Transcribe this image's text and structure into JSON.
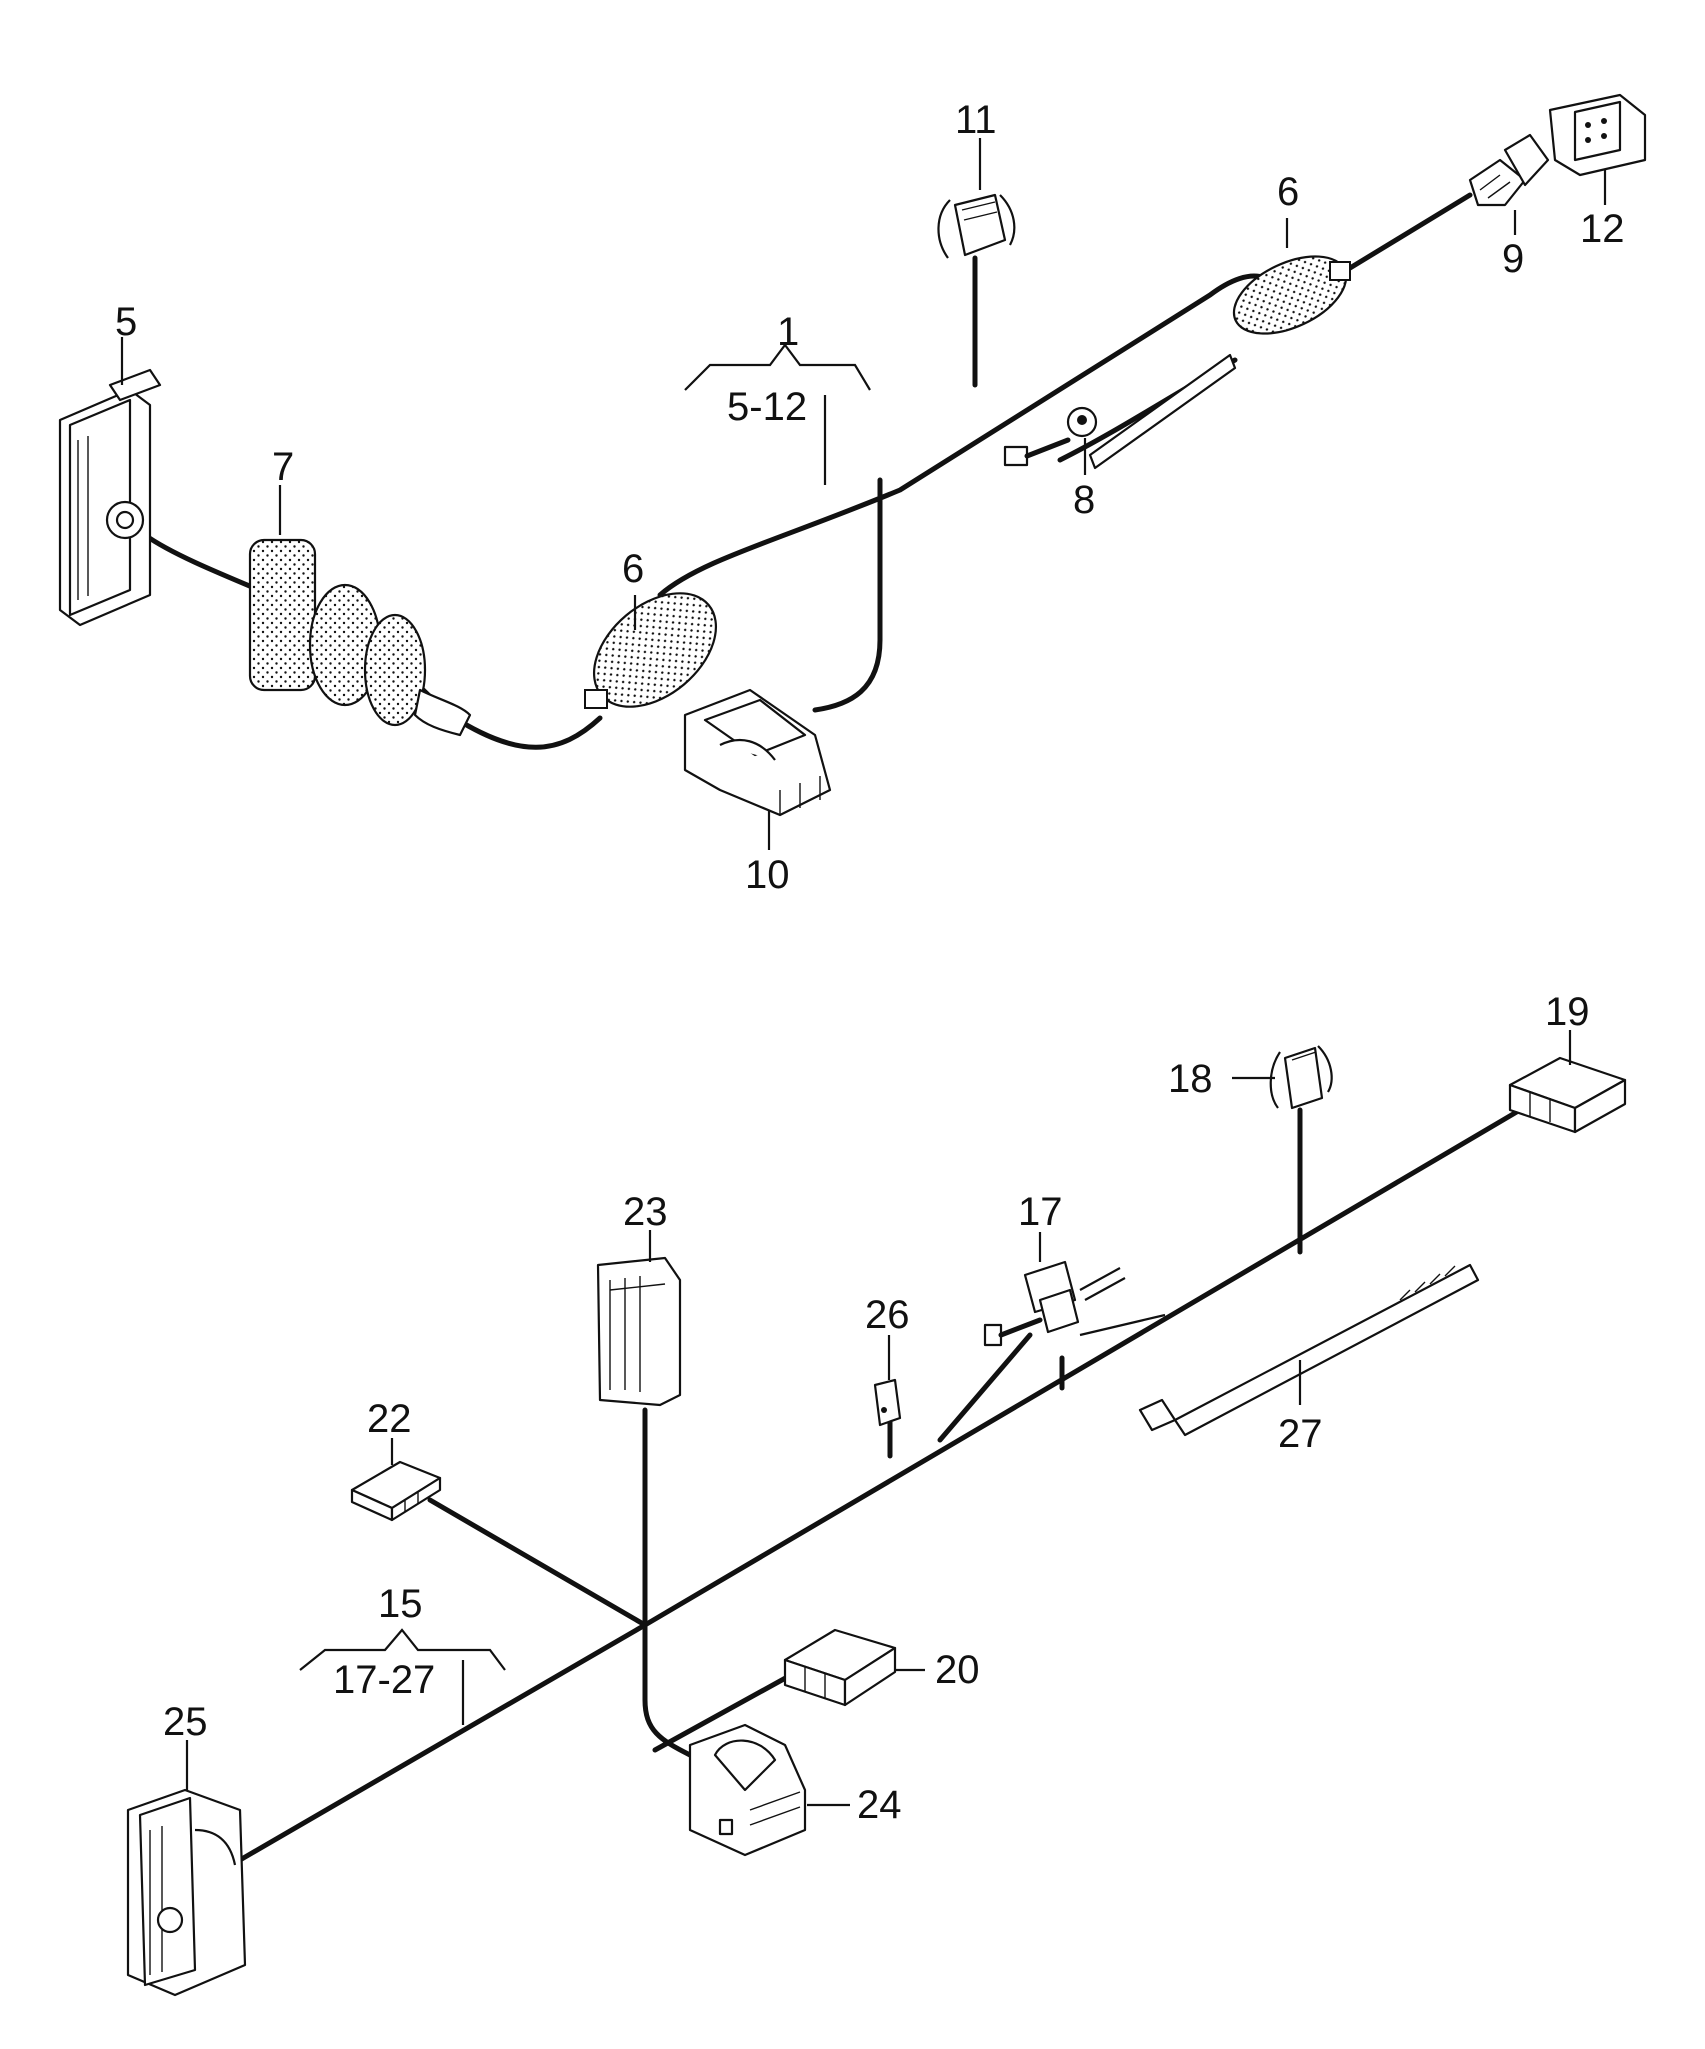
{
  "diagram": {
    "upper_harness": {
      "callouts": [
        {
          "key": "c1",
          "text": "1"
        },
        {
          "key": "c1r",
          "text": "5-12"
        },
        {
          "key": "c5",
          "text": "5"
        },
        {
          "key": "c6a",
          "text": "6"
        },
        {
          "key": "c6b",
          "text": "6"
        },
        {
          "key": "c7",
          "text": "7"
        },
        {
          "key": "c8",
          "text": "8"
        },
        {
          "key": "c9",
          "text": "9"
        },
        {
          "key": "c10",
          "text": "10"
        },
        {
          "key": "c11",
          "text": "11"
        },
        {
          "key": "c12",
          "text": "12"
        }
      ]
    },
    "lower_harness": {
      "callouts": [
        {
          "key": "c15",
          "text": "15"
        },
        {
          "key": "c15r",
          "text": "17-27"
        },
        {
          "key": "c17",
          "text": "17"
        },
        {
          "key": "c18",
          "text": "18"
        },
        {
          "key": "c19",
          "text": "19"
        },
        {
          "key": "c20",
          "text": "20"
        },
        {
          "key": "c22",
          "text": "22"
        },
        {
          "key": "c23",
          "text": "23"
        },
        {
          "key": "c24",
          "text": "24"
        },
        {
          "key": "c25",
          "text": "25"
        },
        {
          "key": "c26",
          "text": "26"
        },
        {
          "key": "c27",
          "text": "27"
        }
      ]
    },
    "line_color": "#111111",
    "background": "#ffffff"
  }
}
